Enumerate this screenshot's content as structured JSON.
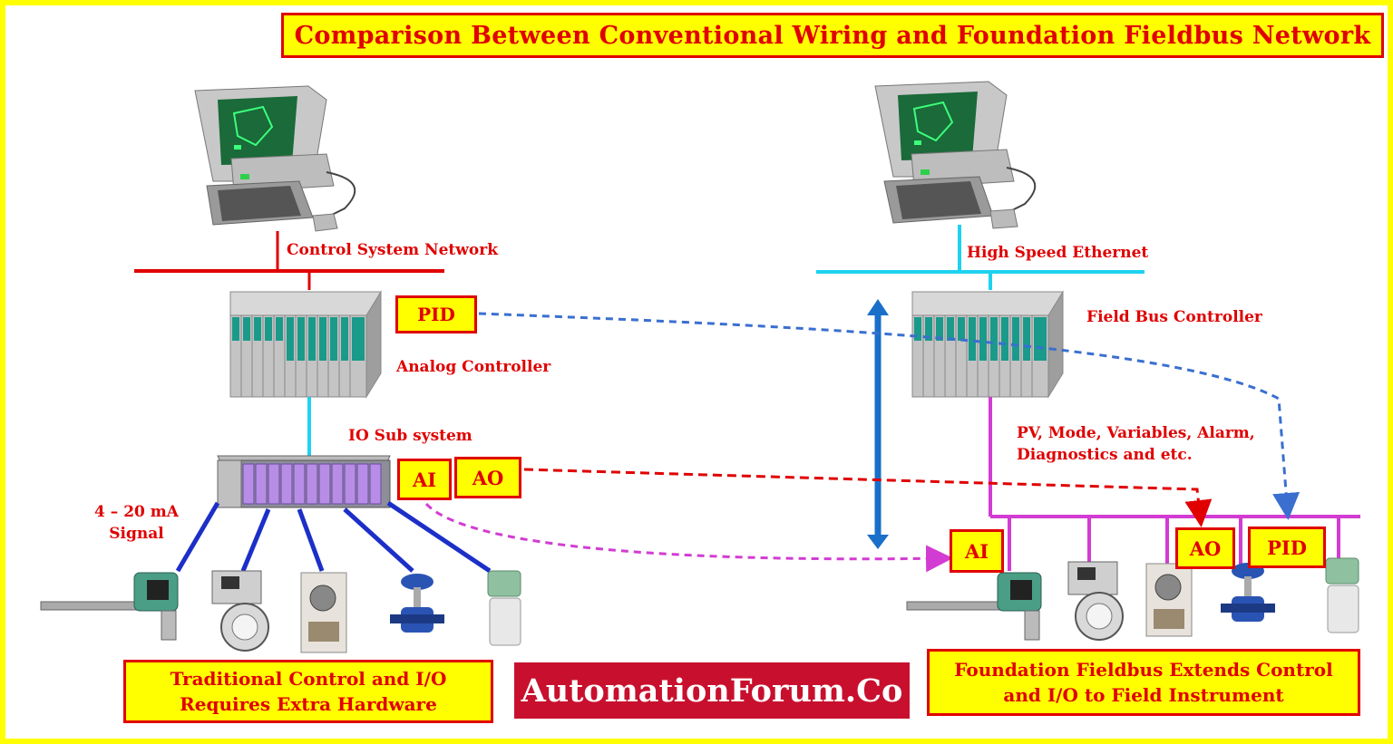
{
  "title": "Comparison Between Conventional Wiring and Foundation Fieldbus Network",
  "left": {
    "network_label": "Control System Network",
    "controller_label": "Analog Controller",
    "io_label": "IO Sub system",
    "signal_label_line1": "4 – 20 mA",
    "signal_label_line2": "Signal",
    "pid_box": "PID",
    "ai_box": "AI",
    "ao_box": "AO",
    "caption_line1": "Traditional Control and I/O",
    "caption_line2": "Requires Extra Hardware"
  },
  "right": {
    "network_label": "High Speed Ethernet",
    "controller_label": "Field Bus Controller",
    "info_line1": "PV, Mode, Variables, Alarm,",
    "info_line2": "Diagnostics and etc.",
    "ai_box": "AI",
    "ao_box": "AO",
    "pid_box": "PID",
    "caption_line1": "Foundation Fieldbus Extends Control",
    "caption_line2": "and I/O to Field Instrument"
  },
  "brand": "AutomationForum.Co",
  "colors": {
    "background": "#ffff00",
    "accent_red": "#e00000",
    "network_red": "#e00000",
    "ethernet_cyan": "#1ed2f0",
    "wire_blue": "#1c2fc8",
    "fieldbus_magenta": "#d23cd2",
    "pid_link_blue": "#3a6fd0",
    "arrow_blue": "#1a6fc8",
    "brand_bg": "#c8102e"
  }
}
